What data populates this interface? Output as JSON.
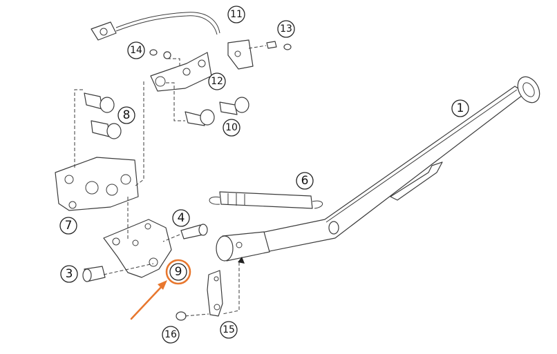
{
  "callouts": [
    {
      "id": "1",
      "label": "1"
    },
    {
      "id": "3",
      "label": "3"
    },
    {
      "id": "4",
      "label": "4"
    },
    {
      "id": "6",
      "label": "6"
    },
    {
      "id": "7",
      "label": "7"
    },
    {
      "id": "8",
      "label": "8"
    },
    {
      "id": "9",
      "label": "9"
    },
    {
      "id": "10",
      "label": "10"
    },
    {
      "id": "11",
      "label": "11"
    },
    {
      "id": "12",
      "label": "12"
    },
    {
      "id": "13",
      "label": "13"
    },
    {
      "id": "14",
      "label": "14"
    },
    {
      "id": "15",
      "label": "15"
    },
    {
      "id": "16",
      "label": "16"
    }
  ],
  "highlight": {
    "callout": "9",
    "color": "#E8772E"
  }
}
